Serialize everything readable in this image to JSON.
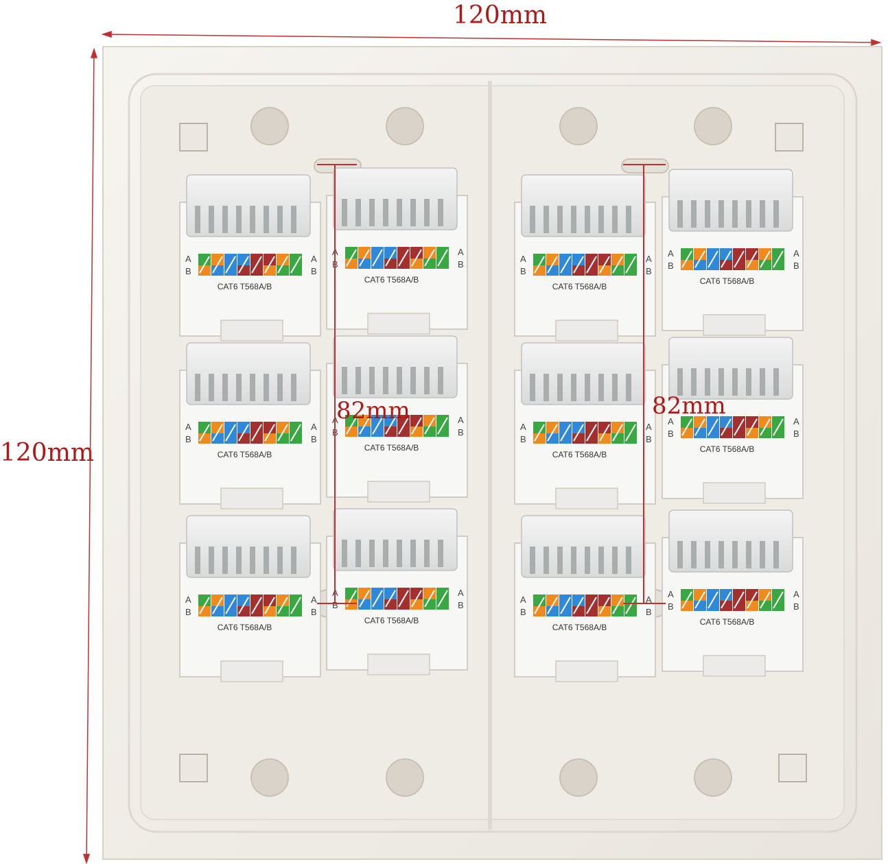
{
  "dimensions": {
    "width_label": "120mm",
    "height_label": "120mm",
    "spacing_label_left": "82mm",
    "spacing_label_right": "82mm"
  },
  "module": {
    "label": "CAT6  T568A/B",
    "side_a": "A",
    "side_b": "B",
    "count": 12
  },
  "colors": {
    "dimension_line": "#c03030",
    "faceplate": "#f2efe9",
    "wire_colors": [
      "#3aa842",
      "#ef8a1f",
      "#2f88d8",
      "#a32f2f",
      "#ffffff"
    ]
  }
}
